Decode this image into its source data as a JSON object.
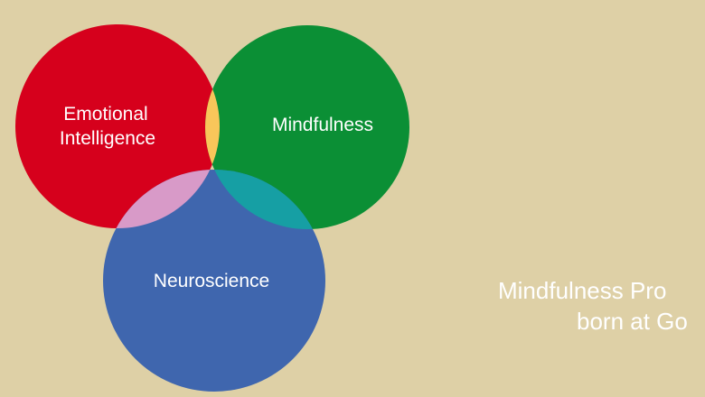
{
  "background": "#DED0A6",
  "venn": {
    "sets": [
      {
        "id": "ei",
        "label_lines": [
          "Emotional",
          "Intelligence"
        ],
        "color": "#D6001C"
      },
      {
        "id": "mind",
        "label_lines": [
          "Mindfulness"
        ],
        "color": "#0B8F35"
      },
      {
        "id": "neuro",
        "label_lines": [
          "Neuroscience"
        ],
        "color": "#3F66AE"
      }
    ],
    "overlaps": {
      "ei_mind": "#F8C65A",
      "ei_neuro": "#D89AC8",
      "mind_neuro": "#169FA4",
      "all": "#F4DCEB"
    }
  },
  "tagline": {
    "line1": "Mindfulness Pro",
    "line2": "born at Go"
  }
}
